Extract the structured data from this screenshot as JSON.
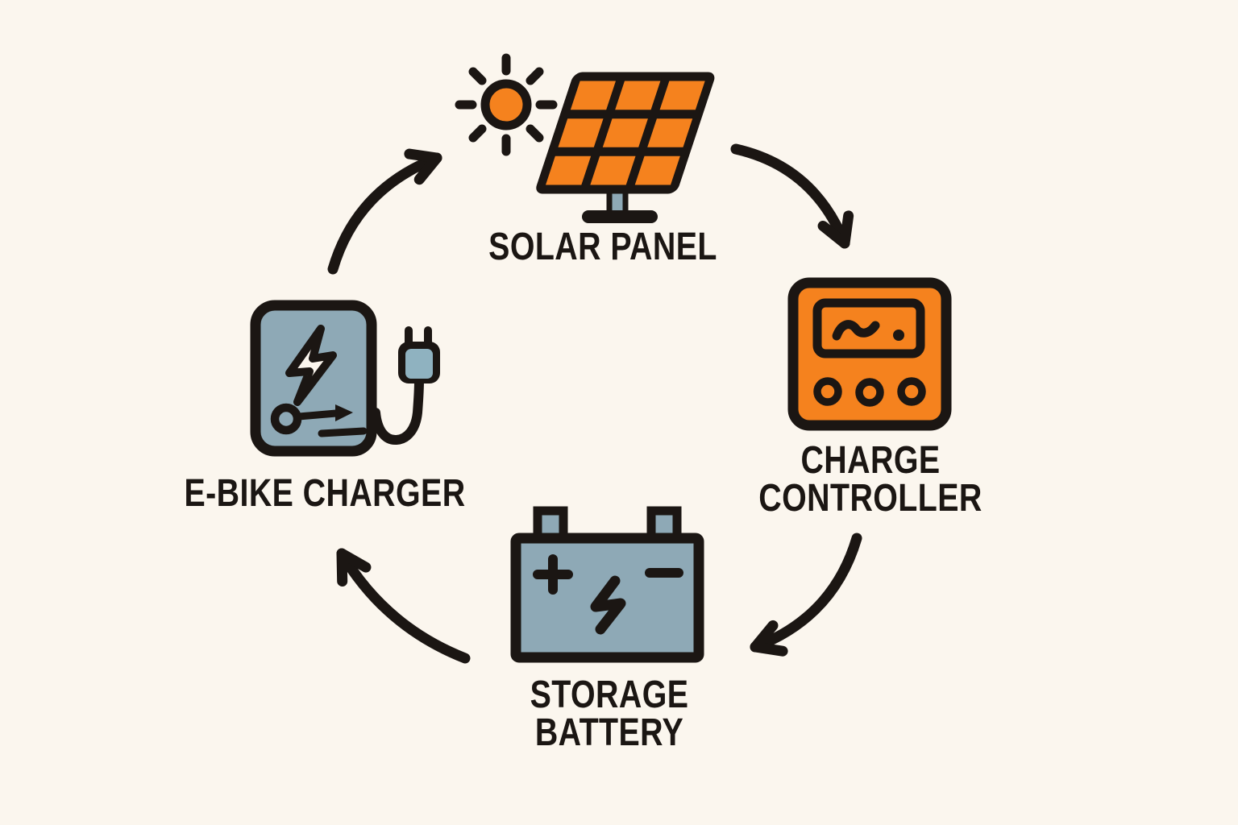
{
  "diagram": {
    "type": "cycle-flow-diagram",
    "direction": "clockwise",
    "background": "#FBF6EE",
    "palette": {
      "orange": "#F5821E",
      "slate": "#8EA9B6",
      "plug_blue": "#8FB2C0",
      "ink": "#1B1613",
      "cream": "#FBF6EE"
    },
    "nodes": {
      "solar_panel": {
        "label": "SOLAR PANEL",
        "icon": "solar-panel-icon",
        "accent_color": "#F5821E"
      },
      "charge_controller": {
        "label_line1": "CHARGE",
        "label_line2": "CONTROLLER",
        "icon": "charge-controller-icon",
        "accent_color": "#F5821E"
      },
      "storage_battery": {
        "label_line1": "STORAGE",
        "label_line2": "BATTERY",
        "icon": "storage-battery-icon",
        "accent_color": "#8EA9B6"
      },
      "ebike_charger": {
        "label": "E-BIKE CHARGER",
        "icon": "ebike-charger-icon",
        "accent_color": "#8EA9B6"
      }
    },
    "arrows": [
      {
        "from": "ebike_charger",
        "to": "solar_panel"
      },
      {
        "from": "solar_panel",
        "to": "charge_controller"
      },
      {
        "from": "charge_controller",
        "to": "storage_battery"
      },
      {
        "from": "storage_battery",
        "to": "ebike_charger"
      }
    ]
  }
}
